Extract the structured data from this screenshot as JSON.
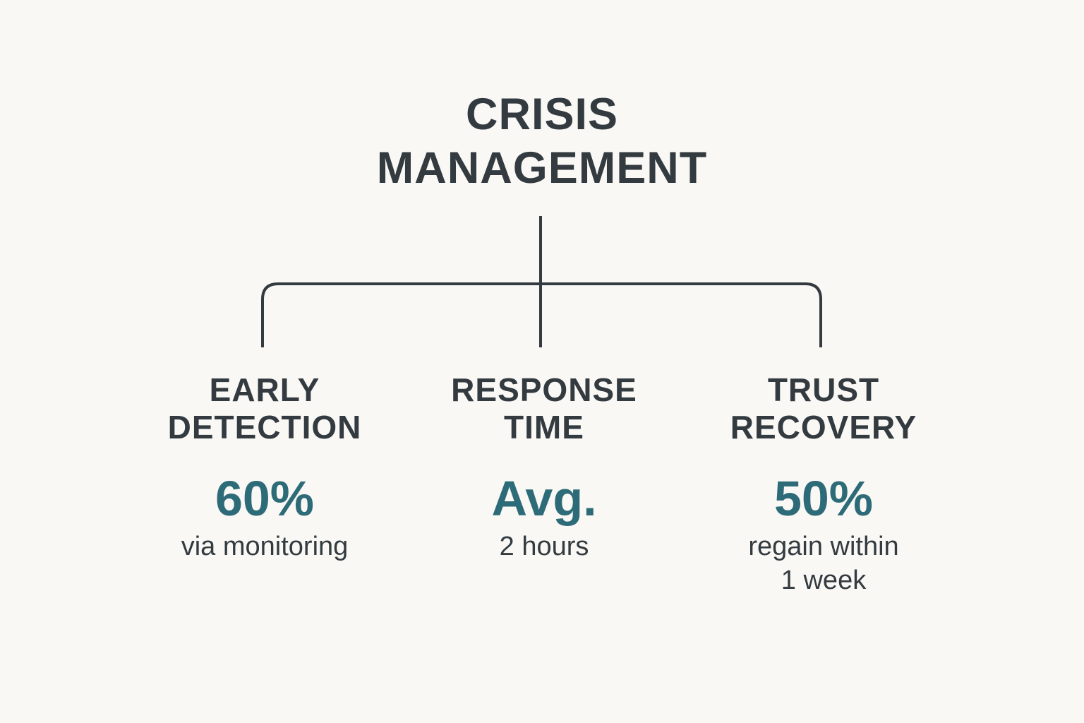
{
  "root": {
    "title_line1": "CRISIS",
    "title_line2": "MANAGEMENT"
  },
  "branches": [
    {
      "title_line1": "EARLY",
      "title_line2": "DETECTION",
      "stat": "60%",
      "note_line1": "via monitoring",
      "note_line2": ""
    },
    {
      "title_line1": "RESPONSE",
      "title_line2": "TIME",
      "stat": "Avg.",
      "note_line1": "2 hours",
      "note_line2": ""
    },
    {
      "title_line1": "TRUST",
      "title_line2": "RECOVERY",
      "stat": "50%",
      "note_line1": "regain within",
      "note_line2": "1 week"
    }
  ],
  "colors": {
    "background": "#f9f8f5",
    "text": "#333b40",
    "accent": "#2e6b78",
    "line": "#333b40"
  }
}
